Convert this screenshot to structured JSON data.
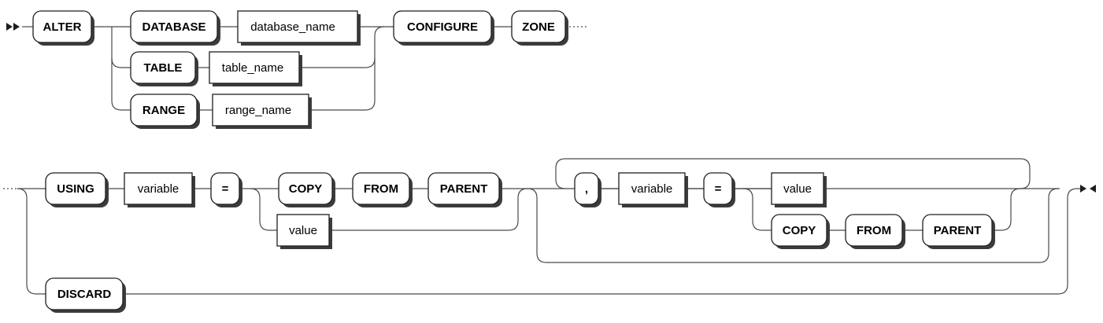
{
  "row1": {
    "alter": "ALTER",
    "database": "DATABASE",
    "database_name": "database_name",
    "table": "TABLE",
    "table_name": "table_name",
    "range": "RANGE",
    "range_name": "range_name",
    "configure": "CONFIGURE",
    "zone": "ZONE"
  },
  "row2": {
    "using": "USING",
    "variable": "variable",
    "equals": "=",
    "copy": "COPY",
    "from": "FROM",
    "parent": "PARENT",
    "value": "value",
    "comma": ",",
    "variable2": "variable",
    "equals2": "=",
    "value2": "value",
    "copy2": "COPY",
    "from2": "FROM",
    "parent2": "PARENT",
    "discard": "DISCARD"
  }
}
